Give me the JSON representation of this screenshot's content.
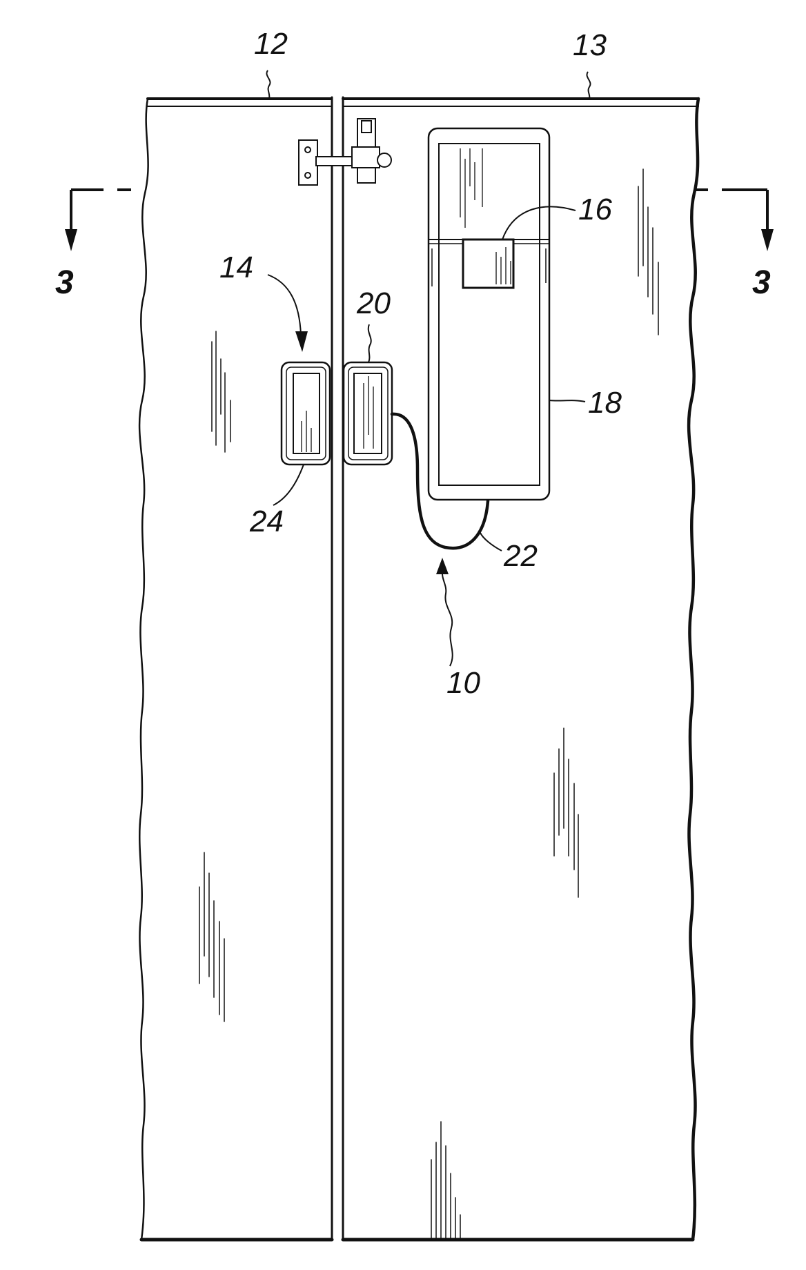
{
  "figure": {
    "colors": {
      "line": "#111111",
      "background": "#ffffff"
    },
    "labels": {
      "ref_10": "10",
      "ref_12": "12",
      "ref_13": "13",
      "ref_14": "14",
      "ref_16": "16",
      "ref_18": "18",
      "ref_20": "20",
      "ref_22": "22",
      "ref_24": "24",
      "section_left": "3",
      "section_right": "3"
    }
  }
}
